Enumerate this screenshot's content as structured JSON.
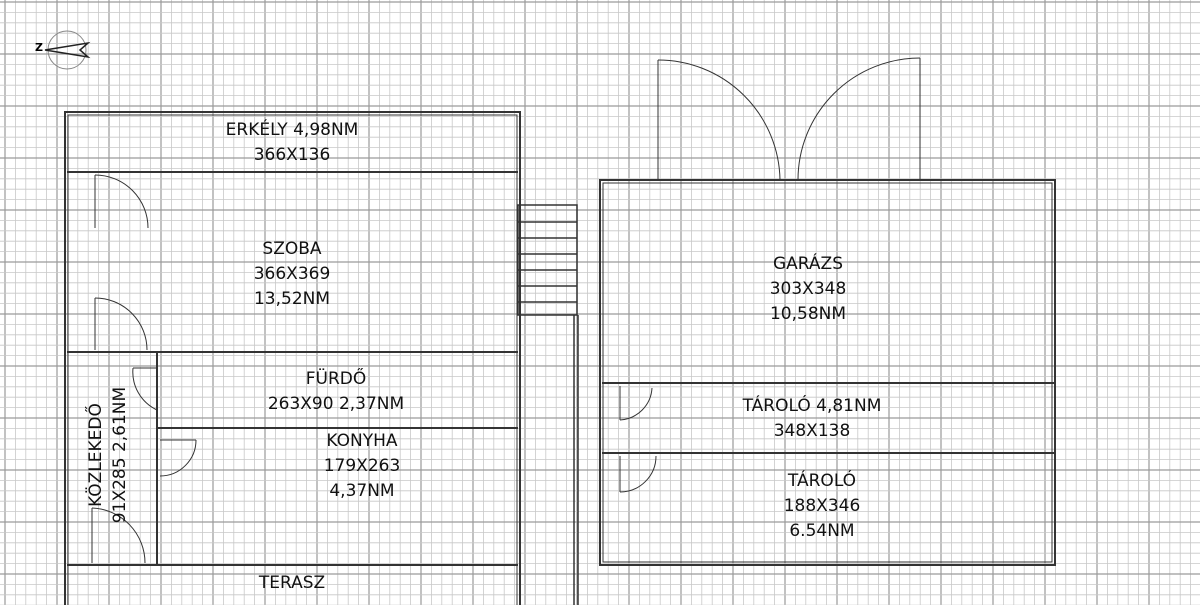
{
  "compass": {
    "letter": "Z"
  },
  "rooms": {
    "erkely": {
      "line1": "ERKÉLY 4,98NM",
      "line2": "366X136"
    },
    "szoba": {
      "line1": "SZOBA",
      "line2": "366X369",
      "line3": "13,52NM"
    },
    "furdo": {
      "line1": "FÜRDŐ",
      "line2": "263X90 2,37NM"
    },
    "konyha": {
      "line1": "KONYHA",
      "line2": "179X263",
      "line3": "4,37NM"
    },
    "kozlekedo": {
      "line1": "KÖZLEKEDŐ",
      "line2": "91X285 2,61NM"
    },
    "terasz": {
      "line1": "TERASZ"
    },
    "garazs": {
      "line1": "GARÁZS",
      "line2": "303X348",
      "line3": "10,58NM"
    },
    "tarolo1": {
      "line1": "TÁROLÓ 4,81NM",
      "line2": "348X138"
    },
    "tarolo2": {
      "line1": "TÁROLÓ",
      "line2": "188X346",
      "line3": "6.54NM"
    }
  },
  "colors": {
    "grid_minor": "#c8c8c8",
    "grid_major": "#9a9a9a",
    "wall": "#333333"
  }
}
